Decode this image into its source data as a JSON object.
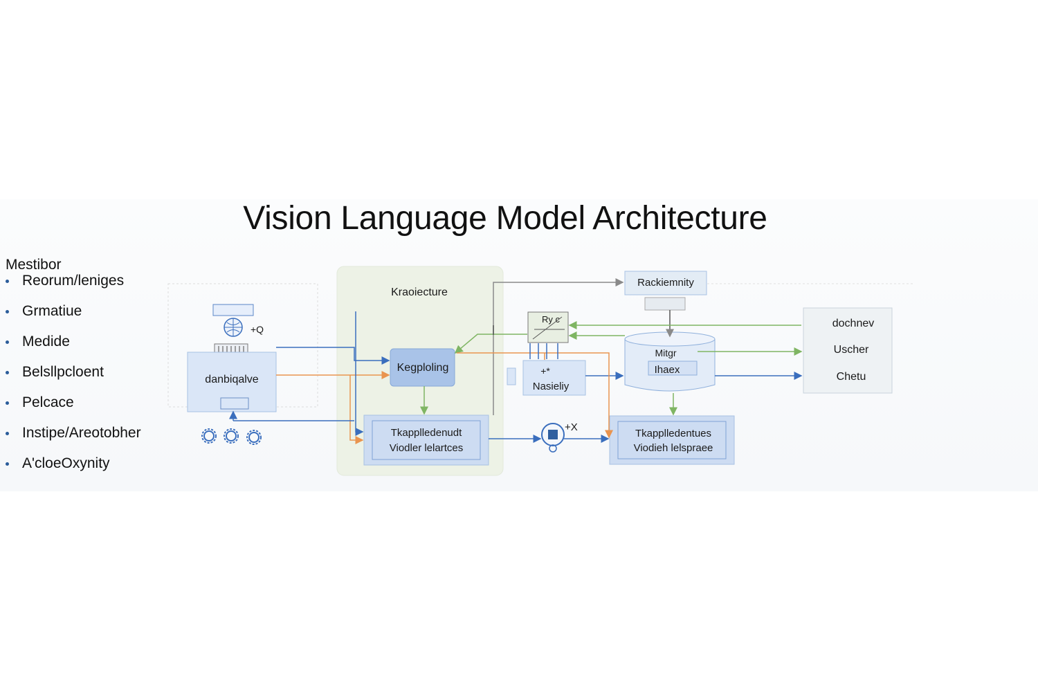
{
  "title": "Vision Language Model Architecture",
  "legend": {
    "heading": "Mestibor",
    "items": [
      "Reorum/leniges",
      "Grmatiue",
      "Medide",
      "Belsllpcloent",
      "Pelcace",
      "Instipe/Areotobher",
      "A'cloeOxynity"
    ]
  },
  "nodes": {
    "input_block": "danbiqalve",
    "input_plus_label": "+Q",
    "group_label": "Kraoiecture",
    "pooling": "Kegploling",
    "mapped_left_line1": "Tkapplledenudt",
    "mapped_left_line2": "Viodler lelartces",
    "ryc_label": "Ry c",
    "nasiely_plus": "+*",
    "nasiely": "Nasieliy",
    "rack": "Rackiemnity",
    "cyl_line1": "Mitgr",
    "cyl_line2": "Ihaex",
    "mapped_right_line1": "Tkapplledentues",
    "mapped_right_line2": "Viodieh lelspraee",
    "plus_x": "+X",
    "out_1": "dochnev",
    "out_2": "Uscher",
    "out_3": "Chetu"
  },
  "colors": {
    "box_fill": "#dae6f7",
    "box_stroke": "#a7c1e3",
    "group_fill": "#edf2e6",
    "arrow_blue": "#3a6ebd",
    "arrow_green": "#7fb563",
    "arrow_orange": "#e9944f",
    "arrow_gray": "#8a8a8a"
  },
  "icons": [
    "gear-icon",
    "globe-icon",
    "server-icon",
    "lock-icon"
  ]
}
